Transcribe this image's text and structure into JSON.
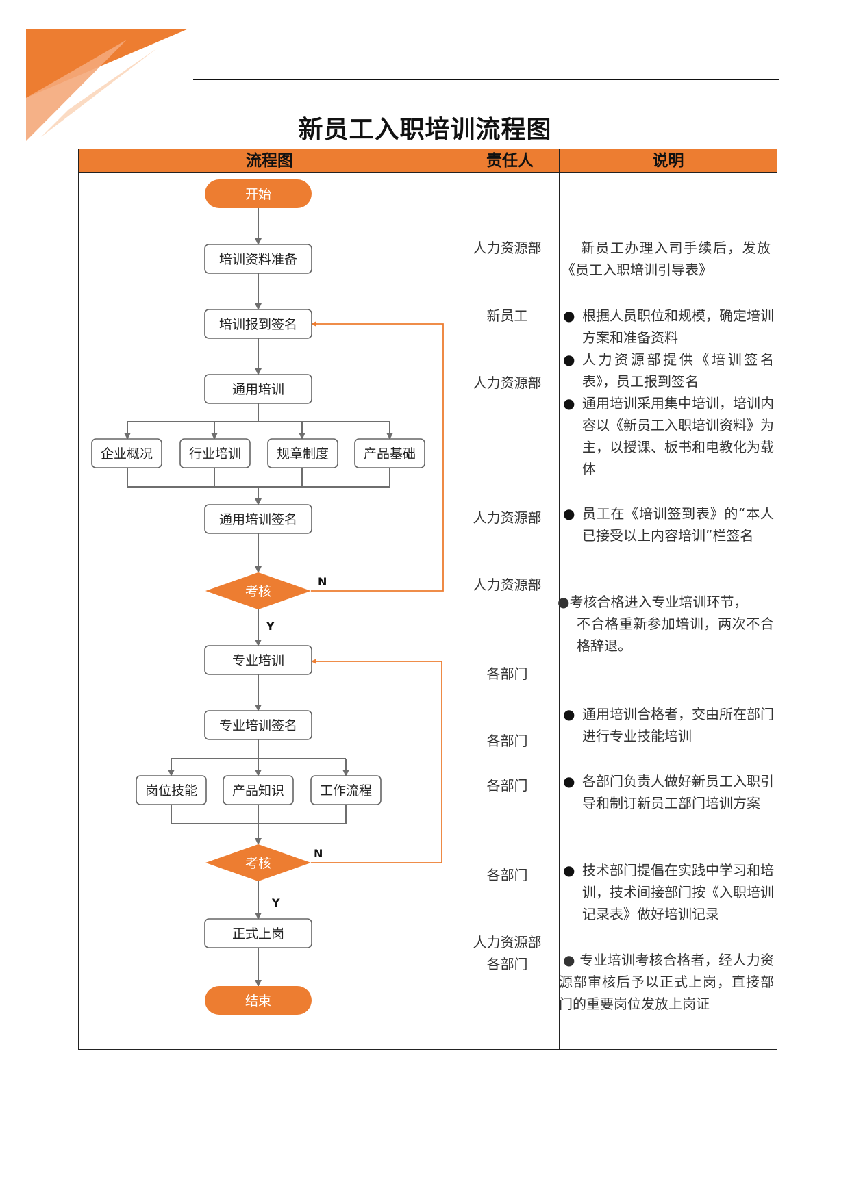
{
  "title": "新员工入职培训流程图",
  "table": {
    "headers": [
      "流程图",
      "责任人",
      "说明"
    ]
  },
  "colors": {
    "accent": "#ed7d31",
    "box_border": "#666666",
    "arrow": "#6e6e6e",
    "feedback_line": "#ed7d31"
  },
  "flow": {
    "start": "开始",
    "prep": "培训资料准备",
    "checkin": "培训报到签名",
    "general": "通用培训",
    "general_branches": [
      "企业概况",
      "行业培训",
      "规章制度",
      "产品基础"
    ],
    "general_sign": "通用培训签名",
    "exam1": "考核",
    "specialized": "专业培训",
    "specialized_sign": "专业培训签名",
    "specialized_branches": [
      "岗位技能",
      "产品知识",
      "工作流程"
    ],
    "exam2": "考核",
    "onboard": "正式上岗",
    "end": "结束",
    "yes": "Y",
    "no": "N"
  },
  "responsible": [
    "人力资源部",
    "新员工",
    "人力资源部",
    "人力资源部",
    "人力资源部",
    "各部门",
    "各部门",
    "各部门",
    "各部门",
    "人力资源部",
    "各部门"
  ],
  "descriptions": {
    "d1": "新员工办理入司手续后，发放《员工入职培训引导表》",
    "d2": "根据人员职位和规模，确定培训方案和准备资料",
    "d3": "人力资源部提供《培训签名表》，员工报到签名",
    "d4": "通用培训采用集中培训，培训内容以《新员工入职培训资料》为主，以授课、板书和电教化为载体",
    "d5": "员工在《培训签到表》的“本人已接受以上内容培训”栏签名",
    "d6": "考核合格进入专业培训环节，",
    "d6b": "不合格重新参加培训，两次不合格辞退。",
    "d7": "通用培训合格者，交由所在部门进行专业技能培训",
    "d8": "各部门负责人做好新员工入职引导和制订新员工部门培训方案",
    "d9": "技术部门提倡在实践中学习和培训，技术间接部门按《入职培训记录表》做好培训记录",
    "d10": "专业培训考核合格者，经人力资源部审核后予以正式上岗，直接部门的重要岗位发放上岗证"
  }
}
